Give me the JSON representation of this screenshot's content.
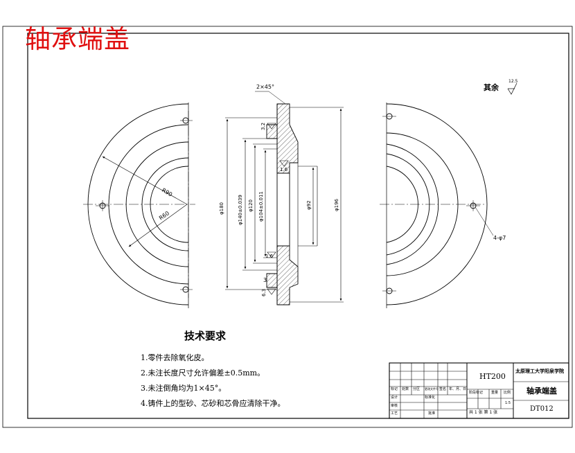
{
  "title": "轴承端盖",
  "technical_requirements": {
    "heading": "技术要求",
    "items": [
      "1.零件去除氧化皮。",
      "2.未注长度尺寸允许偏差±0.5mm。",
      "3.未注倒角均为1×45°。",
      "4.铸件上的型砂、芯砂和芯骨应清除干净。"
    ]
  },
  "surface_finish_note": {
    "label": "其余",
    "value": "12.5"
  },
  "annotations": {
    "chamfer": "2×45°",
    "hole_spec": "4-φ7",
    "radius_1": "R90",
    "radius_2": "R60",
    "finish_3_2": "3.2",
    "finish_1_6": "1.6",
    "finish_6_3": "6.3"
  },
  "dimensions": {
    "d180": "φ180",
    "d140": "φ140±0.039",
    "d120": "φ120",
    "d104": "φ104±0.011",
    "d92": "φ92",
    "d196": "φ196",
    "thickness": "3"
  },
  "title_block": {
    "material": "HT200",
    "school": "太原理工大学阳泉学院",
    "part_name": "轴承端盖",
    "drawing_no": "DT012",
    "scale_value": "1:5",
    "sheet_info": "共 1 张  第 1 张",
    "header_row": [
      "标记",
      "处数",
      "分区",
      "更改文件号",
      "签名",
      "年、月、日"
    ],
    "design_label": "设计",
    "standardize_label": "标准化",
    "review_label": "审核",
    "process_label": "工艺",
    "approve_label": "批准",
    "stage_headers": [
      "阶段标记",
      "重量",
      "比例"
    ]
  }
}
